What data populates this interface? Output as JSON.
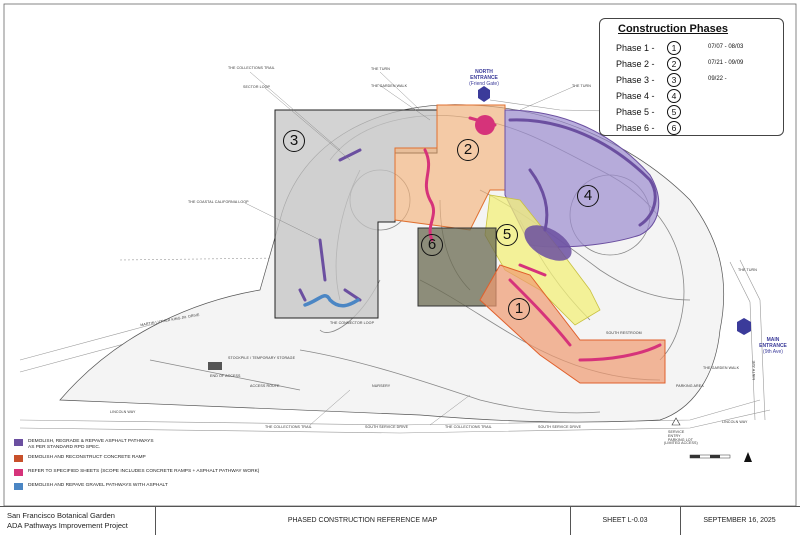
{
  "phases_box": {
    "title": "Construction Phases",
    "phases": [
      {
        "label": "Phase 1 -",
        "num": "1",
        "dates": "07/07 - 08/03"
      },
      {
        "label": "Phase 2 -",
        "num": "2",
        "dates": "07/21 - 09/09"
      },
      {
        "label": "Phase 3 -",
        "num": "3",
        "dates": "09/22 -"
      },
      {
        "label": "Phase 4 -",
        "num": "4",
        "dates": ""
      },
      {
        "label": "Phase 5 -",
        "num": "5",
        "dates": ""
      },
      {
        "label": "Phase 6 -",
        "num": "6",
        "dates": ""
      }
    ]
  },
  "zones": {
    "z1": {
      "num": "1",
      "color": "#e8602c"
    },
    "z2": {
      "num": "2",
      "color": "#f0a060"
    },
    "z3": {
      "num": "3",
      "color": "#bdbdbd"
    },
    "z4": {
      "num": "4",
      "color": "#8e7cc3"
    },
    "z5": {
      "num": "5",
      "color": "#f3f07a"
    },
    "z6": {
      "num": "6",
      "color": "#6b6b52"
    }
  },
  "entrances": {
    "north": {
      "line1": "NORTH",
      "line2": "ENTRANCE",
      "line3": "(Friend Gate)",
      "color": "#3b3b9a"
    },
    "main": {
      "line1": "MAIN",
      "line2": "ENTRANCE",
      "line3": "(9th Ave)",
      "color": "#3b3b9a"
    }
  },
  "map_labels": {
    "collections_trail_top": "THE COLLECTIONS TRAIL",
    "the_turn_top": "THE TURN",
    "garden_walk_top": "THE GARDEN WALK",
    "the_turn_right_top": "THE TURN",
    "sector_loop": "SECTOR LOOP",
    "coastal_loop": "THE COASTAL CALIFORNIA LOOP",
    "martin_luther_king_dr": "MARTIN LUTHER KING JR. DRIVE",
    "connector_loop": "THE CONNECTOR LOOP",
    "stockpile": "STOCKPILE / TEMPORARY STORAGE",
    "end_of_access": "END OF ACCESS",
    "access_route": "ACCESS ROUTE",
    "nursery": "NURSERY",
    "lincoln_way_left": "LINCOLN WAY",
    "collections_trail_bottom": "THE COLLECTIONS TRAIL",
    "south_service_drive_left": "SOUTH SERVICE DRIVE",
    "collections_trail_bottom2": "THE COLLECTIONS TRAIL",
    "south_service_drive_right": "SOUTH SERVICE DRIVE",
    "service_entry": "SERVICE ENTRY PARKING LOT",
    "limited_access": "(LIMITED ACCESS)",
    "lincoln_way_right": "LINCOLN WAY",
    "parking_area": "PARKING AREA",
    "garden_walk_right": "THE GARDEN WALK",
    "the_turn_right": "THE TURN",
    "ninth_ave": "NINTH AVE",
    "south_restroom": "SOUTH RESTROOM"
  },
  "legend": [
    {
      "color": "#6b4fa0",
      "text": "DEMOLISH, REGRADE & REPAVE ASPHALT PATHWAYS",
      "text2": "AS PER STANDARD RPD SPEC."
    },
    {
      "color": "#c8502a",
      "text": "DEMOLISH AND RECONSTRUCT CONCRETE RAMP",
      "text2": ""
    },
    {
      "color": "#d6337a",
      "text": "REFER TO SPECIFIED SHEETS (SCOPE INCLUDES CONCRETE RAMPS + ASPHALT PATHWAY WORK)",
      "text2": ""
    },
    {
      "color": "#4b86c4",
      "text": "DEMOLISH AND REPAVE GRAVEL PATHWAYS WITH ASPHALT",
      "text2": ""
    }
  ],
  "titleblock": {
    "org_line1": "San Francisco Botanical Garden",
    "org_line2": "ADA Pathways Improvement Project",
    "sheet_title": "PHASED CONSTRUCTION REFERENCE MAP",
    "sheet_no": "SHEET L-0.03",
    "date": "SEPTEMBER 16, 2025"
  }
}
